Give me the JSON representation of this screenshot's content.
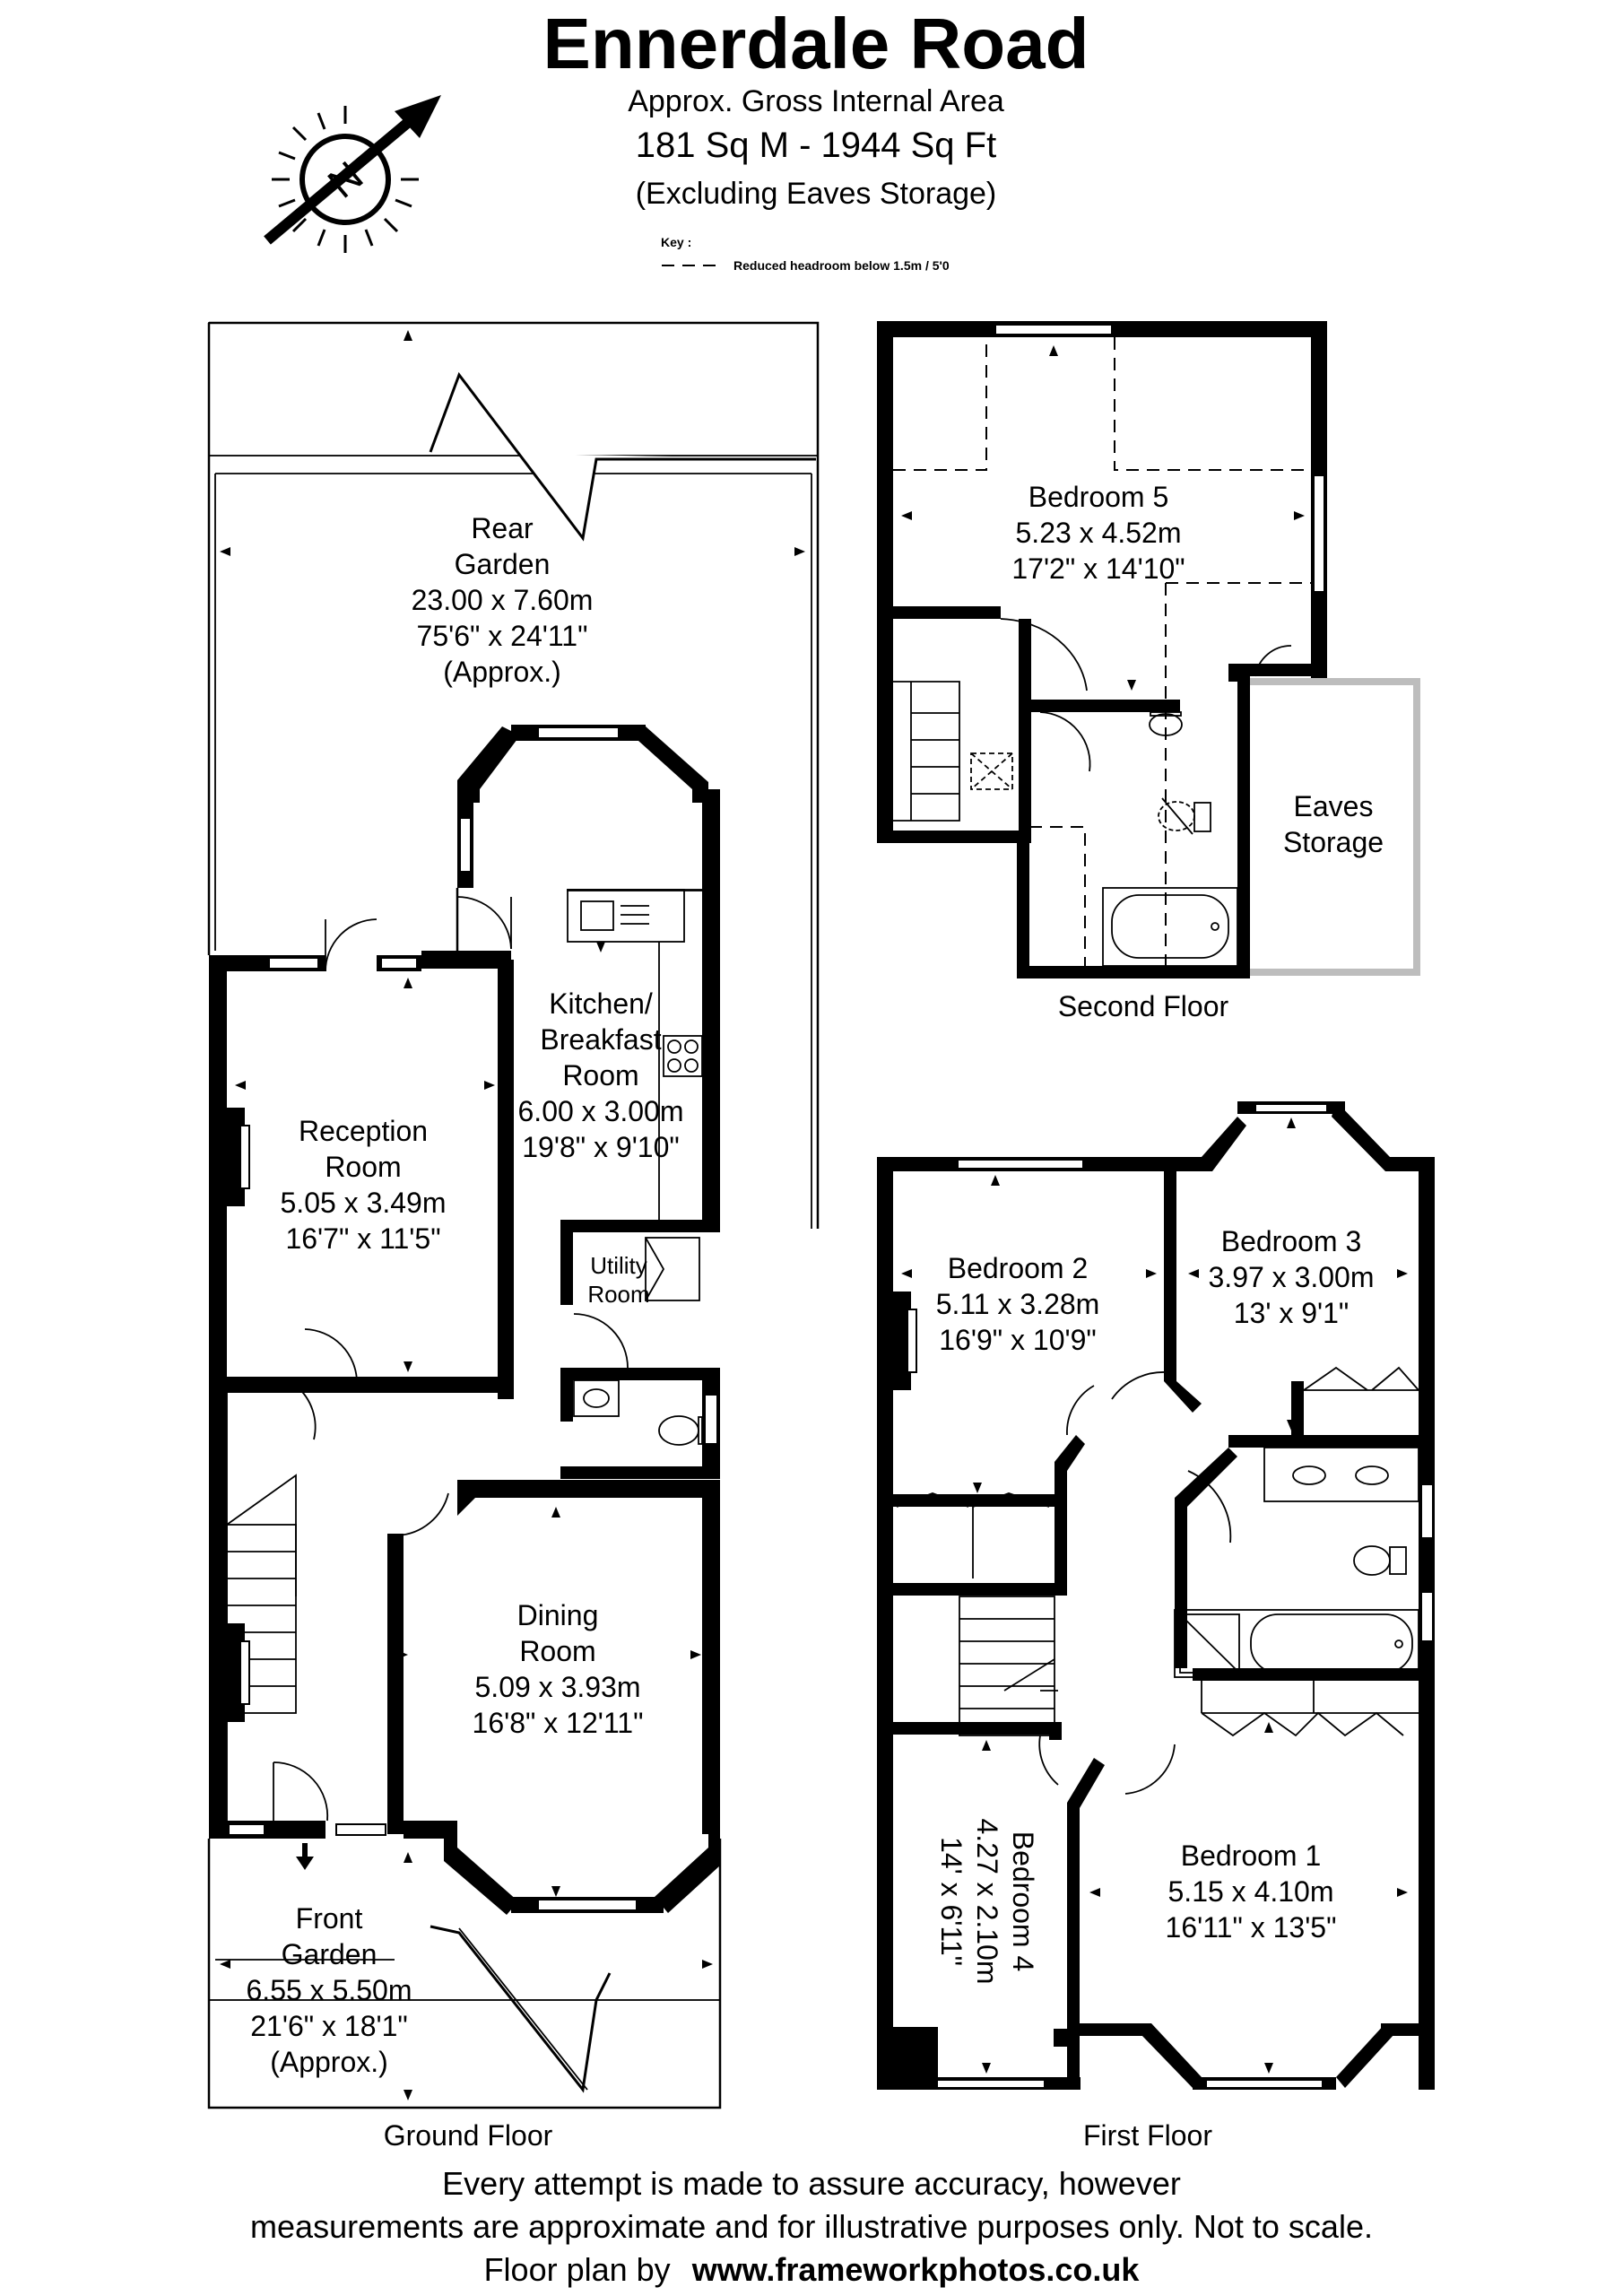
{
  "header": {
    "title": "Ennerdale Road",
    "gia_label": "Approx. Gross Internal Area",
    "area": "181 Sq M  -  1944 Sq Ft",
    "exclusion": "(Excluding Eaves Storage)",
    "key_label": "Key :",
    "key_text": "Reduced  headroom below 1.5m / 5'0"
  },
  "compass": {
    "label": "N"
  },
  "ground_floor": {
    "label": "Ground Floor",
    "rear_garden": {
      "name_1": "Rear",
      "name_2": "Garden",
      "metric": "23.00 x 7.60m",
      "imperial": "75'6\" x 24'11\"",
      "note": "(Approx.)"
    },
    "kitchen": {
      "name_1": "Kitchen/",
      "name_2": "Breakfast",
      "name_3": "Room",
      "metric": "6.00 x 3.00m",
      "imperial": "19'8\" x 9'10\""
    },
    "reception": {
      "name_1": "Reception",
      "name_2": "Room",
      "metric": "5.05 x 3.49m",
      "imperial": "16'7\" x 11'5\""
    },
    "utility": {
      "name_1": "Utility",
      "name_2": "Room"
    },
    "dining": {
      "name_1": "Dining",
      "name_2": "Room",
      "metric": "5.09 x 3.93m",
      "imperial": "16'8\" x 12'11\""
    },
    "front_garden": {
      "name_1": "Front",
      "name_2": "Garden",
      "metric": "6.55 x 5.50m",
      "imperial": "21'6\" x 18'1\"",
      "note": "(Approx.)"
    }
  },
  "second_floor": {
    "label": "Second Floor",
    "bedroom5": {
      "name": "Bedroom 5",
      "metric": "5.23 x 4.52m",
      "imperial": "17'2\" x 14'10\""
    },
    "eaves": {
      "name_1": "Eaves",
      "name_2": "Storage"
    }
  },
  "first_floor": {
    "label": "First Floor",
    "bedroom2": {
      "name": "Bedroom 2",
      "metric": "5.11 x 3.28m",
      "imperial": "16'9\" x 10'9\""
    },
    "bedroom3": {
      "name": "Bedroom 3",
      "metric": "3.97 x 3.00m",
      "imperial": "13' x 9'1\""
    },
    "bedroom4": {
      "name": "Bedroom 4",
      "metric": "4.27 x 2.10m",
      "imperial": "14' x 6'11\""
    },
    "bedroom1": {
      "name": "Bedroom 1",
      "metric": "5.15 x 4.10m",
      "imperial": "16'11\" x 13'5\""
    }
  },
  "footer": {
    "line1": "Every attempt is made to assure accuracy, however",
    "line2": "measurements are approximate and for illustrative purposes only. Not to scale.",
    "line3_prefix": "Floor plan by",
    "line3_url": "www.frameworkphotos.co.uk"
  }
}
